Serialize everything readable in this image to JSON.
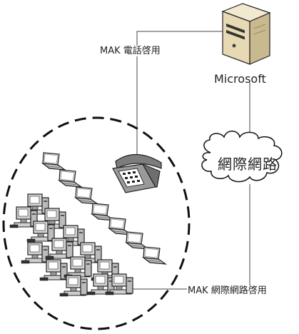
{
  "labels": {
    "phone_activation": "MAK 電話啓用",
    "server": "Microsoft",
    "cloud": "網際網路",
    "internet_activation": "MAK 網際網路啓用"
  },
  "icons": {
    "server": "server-tower-icon",
    "phone": "desk-phone-icon",
    "cloud": "internet-cloud-icon",
    "laptop": "laptop-icon",
    "desktop": "desktop-computer-icon"
  },
  "colors": {
    "line": "#444444",
    "server_body": "#e6d9b4",
    "phone_body": "#9a9a9a",
    "boundary": "#111111"
  }
}
